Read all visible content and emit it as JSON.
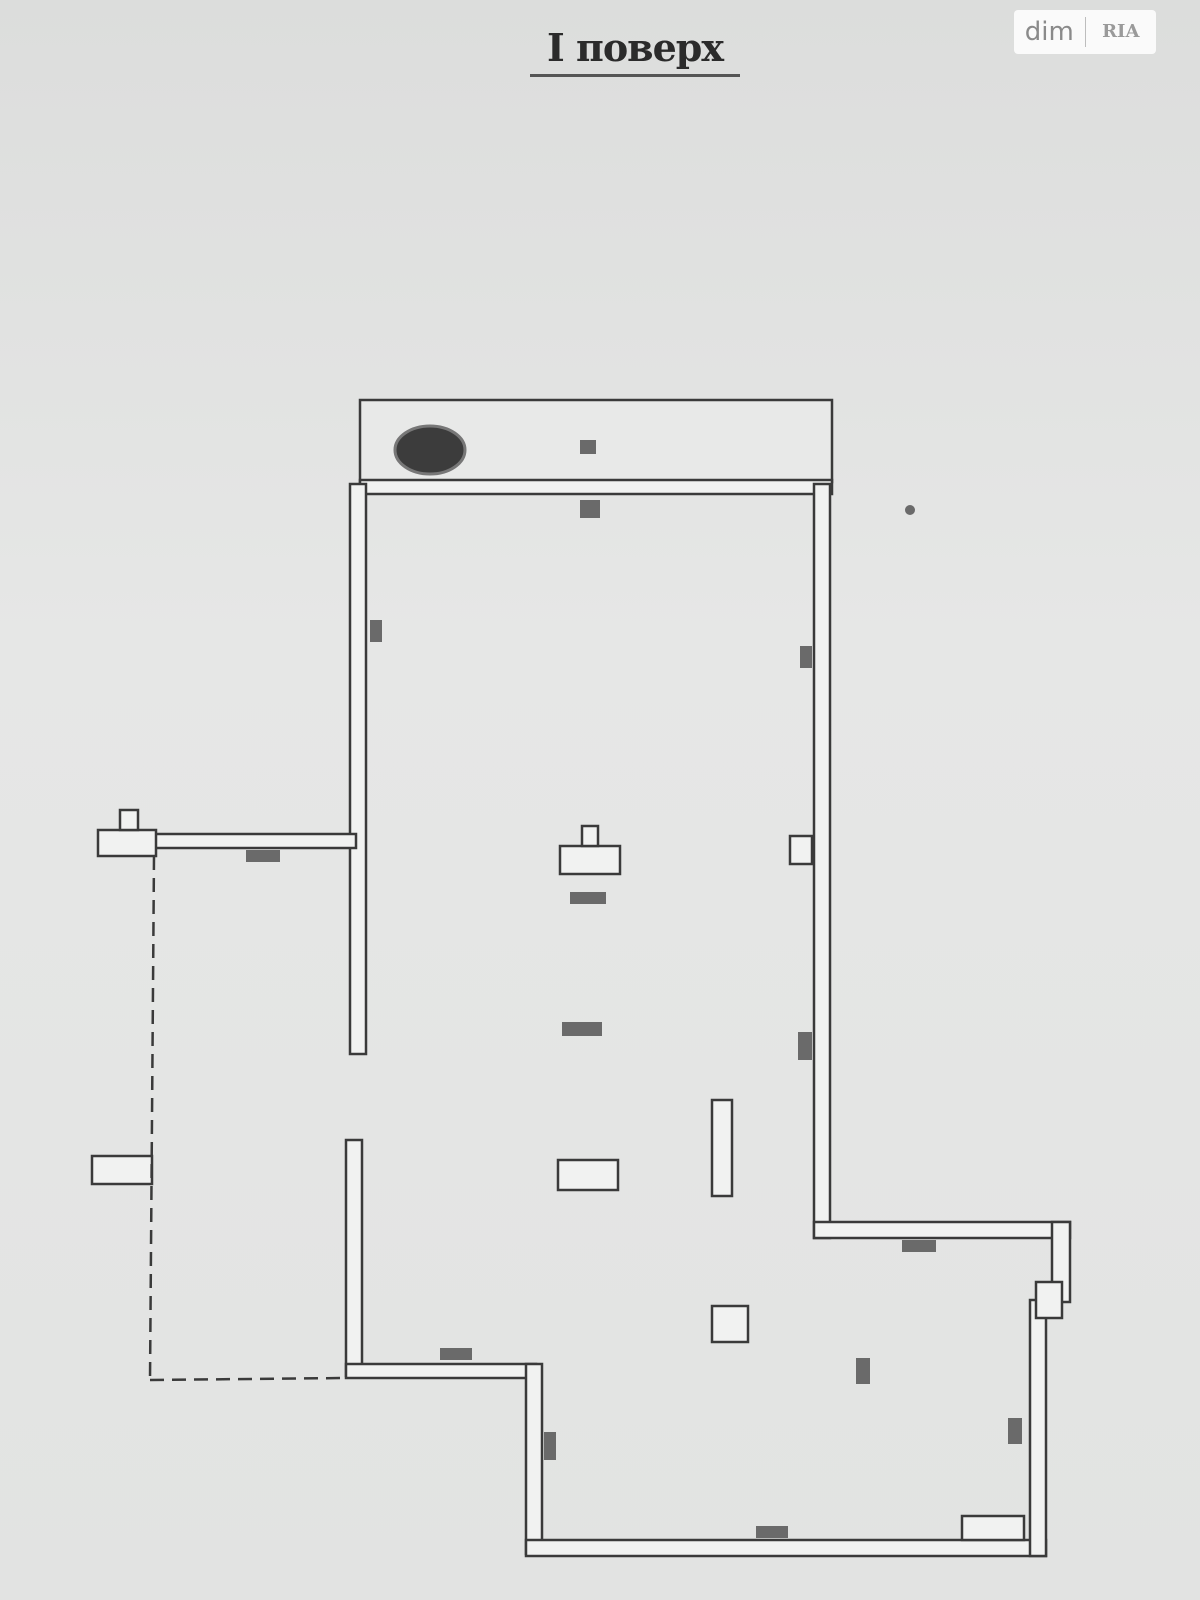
{
  "title": "I поверх",
  "watermark": {
    "dim": "dim",
    "ria": "RIA"
  },
  "colors": {
    "background": "#e4e5e4",
    "wall_outline": "#3a3a3a",
    "wall_fill": "#f1f2f1",
    "boiler": "#3c3c3c"
  }
}
